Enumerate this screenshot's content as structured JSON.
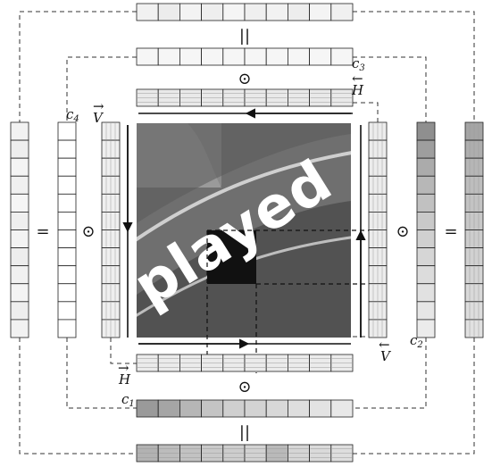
{
  "scene": {
    "word": "played",
    "focus_glyph": "a"
  },
  "labels": {
    "c1": "c",
    "c1_sub": "1",
    "c2": "c",
    "c2_sub": "2",
    "c3": "c",
    "c3_sub": "3",
    "c4": "c",
    "c4_sub": "4",
    "h_forward": "H",
    "h_backward": "H",
    "v_forward": "V",
    "v_backward": "V"
  },
  "operators": {
    "hadamard": "⊙",
    "equals": "=",
    "parallel": "||"
  },
  "vectors": {
    "top_outer": {
      "count": 10,
      "shades": [
        "#f1f1f1",
        "#ececec",
        "#f3f3f3",
        "#eeeeee",
        "#f5f5f5",
        "#efefef",
        "#f2f2f2",
        "#ededed",
        "#f4f4f4",
        "#f0f0f0"
      ]
    },
    "top_c3": {
      "count": 10,
      "shades": [
        "#f6f6f6",
        "#f6f6f6",
        "#f6f6f6",
        "#f6f6f6",
        "#f6f6f6",
        "#f6f6f6",
        "#f6f6f6",
        "#f6f6f6",
        "#f6f6f6",
        "#f6f6f6"
      ]
    },
    "top_hback": {
      "count": 10,
      "shades": [
        "#e9e9e9",
        "#e9e9e9",
        "#e9e9e9",
        "#e9e9e9",
        "#e9e9e9",
        "#e9e9e9",
        "#e9e9e9",
        "#e9e9e9",
        "#e9e9e9",
        "#e9e9e9"
      ]
    },
    "bot_hfwd": {
      "count": 10,
      "shades": [
        "#ebebeb",
        "#ebebeb",
        "#ebebeb",
        "#ebebeb",
        "#ebebeb",
        "#ebebeb",
        "#ebebeb",
        "#ebebeb",
        "#ebebeb",
        "#ebebeb"
      ]
    },
    "bot_c1": {
      "count": 10,
      "shades": [
        "#9a9a9a",
        "#a5a5a5",
        "#b6b6b6",
        "#c4c4c4",
        "#cfcfcf",
        "#d3d3d3",
        "#d8d8d8",
        "#dedede",
        "#e3e3e3",
        "#e8e8e8"
      ]
    },
    "bot_outer": {
      "count": 10,
      "shades": [
        "#b2b2b2",
        "#bcbcbc",
        "#c2c2c2",
        "#c9c9c9",
        "#cdcdcd",
        "#d2d2d2",
        "#b9b9b9",
        "#d5d5d5",
        "#dadada",
        "#dedede"
      ]
    },
    "left_outer": {
      "count": 12,
      "shades": [
        "#f2f2f2",
        "#eeeeee",
        "#f4f4f4",
        "#f0f0f0",
        "#f5f5f5",
        "#efefef",
        "#f3f3f3",
        "#ededed",
        "#f1f1f1",
        "#f4f4f4",
        "#eeeeee",
        "#f2f2f2"
      ]
    },
    "left_c4": {
      "count": 12,
      "shades": [
        "#ffffff",
        "#ffffff",
        "#ffffff",
        "#ffffff",
        "#ffffff",
        "#ffffff",
        "#ffffff",
        "#ffffff",
        "#ffffff",
        "#ffffff",
        "#ffffff",
        "#ffffff"
      ]
    },
    "left_vfwd": {
      "count": 12,
      "shades": [
        "#efefef",
        "#efefef",
        "#efefef",
        "#efefef",
        "#efefef",
        "#efefef",
        "#efefef",
        "#efefef",
        "#efefef",
        "#efefef",
        "#efefef",
        "#efefef"
      ]
    },
    "right_vback": {
      "count": 12,
      "shades": [
        "#ececec",
        "#ececec",
        "#ececec",
        "#ececec",
        "#ececec",
        "#ececec",
        "#ececec",
        "#ececec",
        "#ececec",
        "#ececec",
        "#ececec",
        "#ececec"
      ]
    },
    "right_c2": {
      "count": 12,
      "shades": [
        "#8f8f8f",
        "#9e9e9e",
        "#ababab",
        "#b7b7b7",
        "#c1c1c1",
        "#c9c9c9",
        "#d0d0d0",
        "#d6d6d6",
        "#dcdcdc",
        "#e1e1e1",
        "#e6e6e6",
        "#ebebeb"
      ]
    },
    "right_outer": {
      "count": 12,
      "shades": [
        "#a5a5a5",
        "#aeaeae",
        "#b6b6b6",
        "#bdbdbd",
        "#c3c3c3",
        "#c8c8c8",
        "#cdcdcd",
        "#d1d1d1",
        "#d5d5d5",
        "#d9d9d9",
        "#dddddd",
        "#e1e1e1"
      ]
    }
  }
}
